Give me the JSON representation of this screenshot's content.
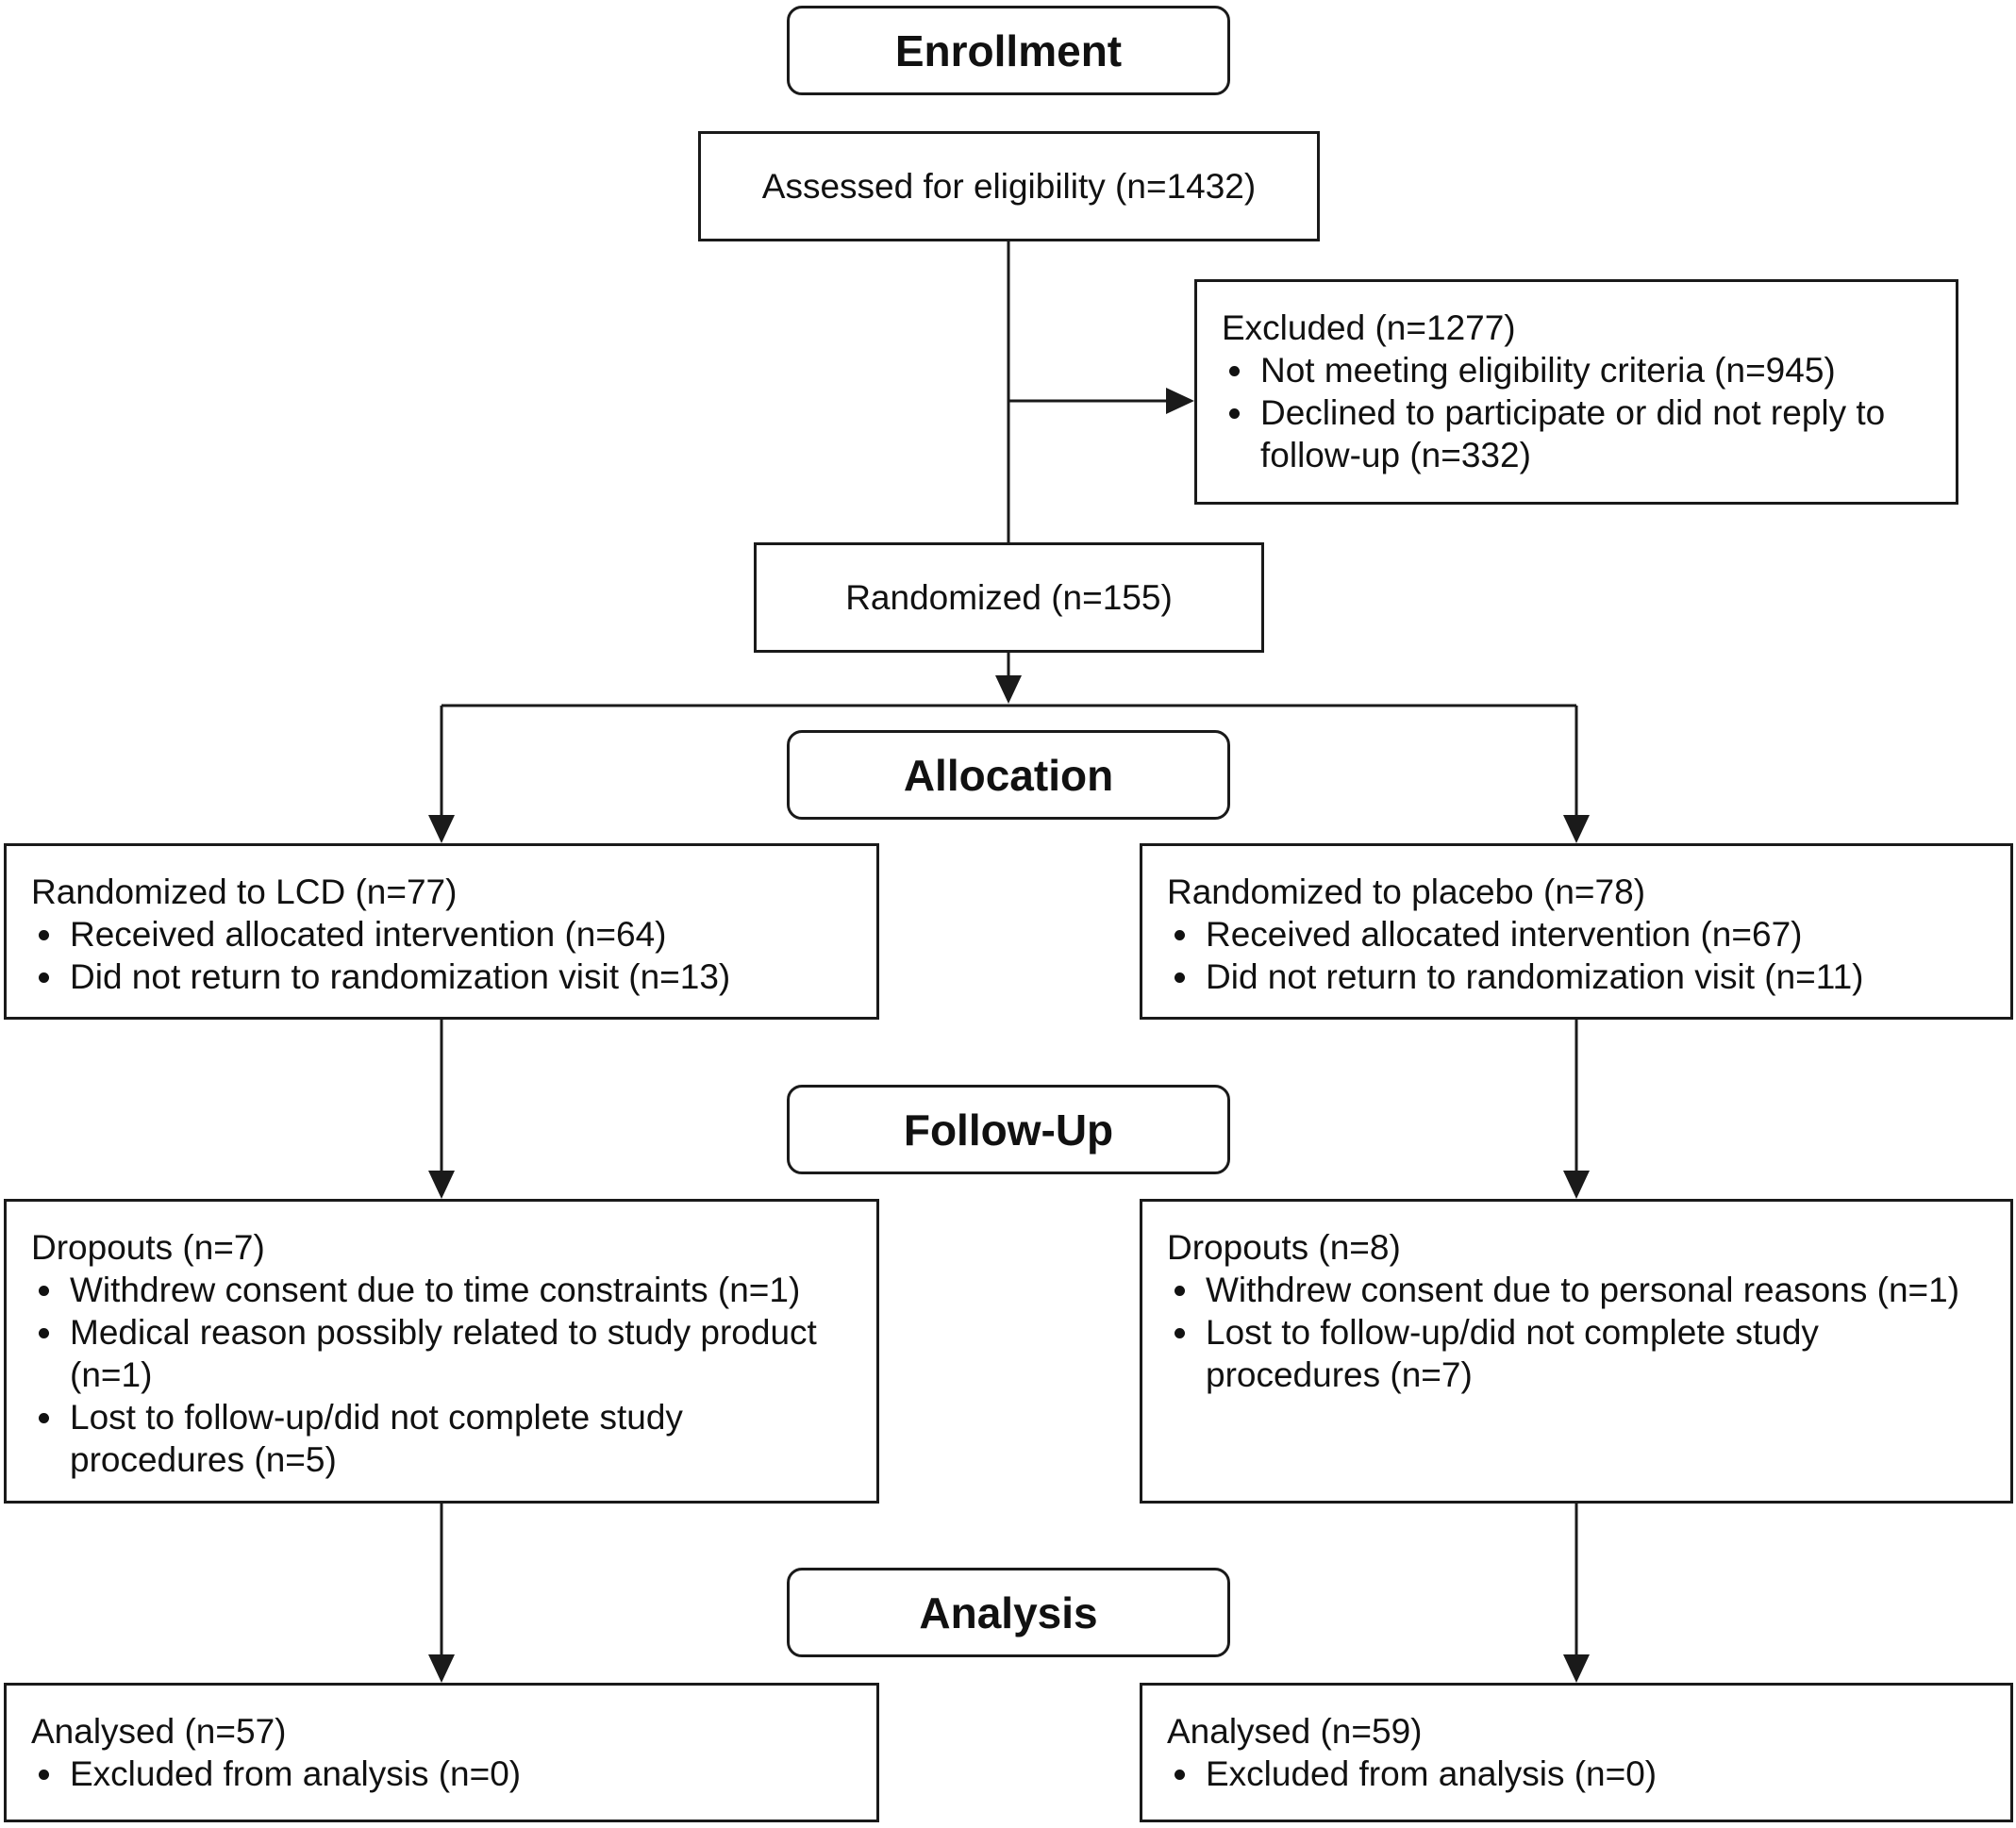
{
  "stages": {
    "enrollment": "Enrollment",
    "allocation": "Allocation",
    "follow_up": "Follow-Up",
    "analysis": "Analysis"
  },
  "assessed": "Assessed for eligibility (n=1432)",
  "excluded": {
    "title": "Excluded (n=1277)",
    "items": [
      "Not meeting eligibility criteria (n=945)",
      "Declined to participate or did not reply to follow-up (n=332)"
    ]
  },
  "randomized": "Randomized (n=155)",
  "lcd_arm": {
    "allocation": {
      "title": "Randomized to LCD (n=77)",
      "items": [
        "Received allocated intervention (n=64)",
        "Did not return to randomization visit (n=13)"
      ]
    },
    "follow_up": {
      "title": "Dropouts (n=7)",
      "items": [
        "Withdrew consent due to time constraints (n=1)",
        "Medical reason possibly related to study product (n=1)",
        "Lost to follow-up/did not complete study procedures (n=5)"
      ]
    },
    "analysis": {
      "title": "Analysed (n=57)",
      "items": [
        "Excluded from analysis (n=0)"
      ]
    }
  },
  "placebo_arm": {
    "allocation": {
      "title": "Randomized to placebo (n=78)",
      "items": [
        "Received allocated intervention (n=67)",
        "Did not return to randomization visit (n=11)"
      ]
    },
    "follow_up": {
      "title": "Dropouts (n=8)",
      "items": [
        "Withdrew consent due to personal reasons (n=1)",
        "Lost to follow-up/did not complete study procedures (n=7)"
      ]
    },
    "analysis": {
      "title": "Analysed (n=59)",
      "items": [
        "Excluded from analysis (n=0)"
      ]
    }
  }
}
